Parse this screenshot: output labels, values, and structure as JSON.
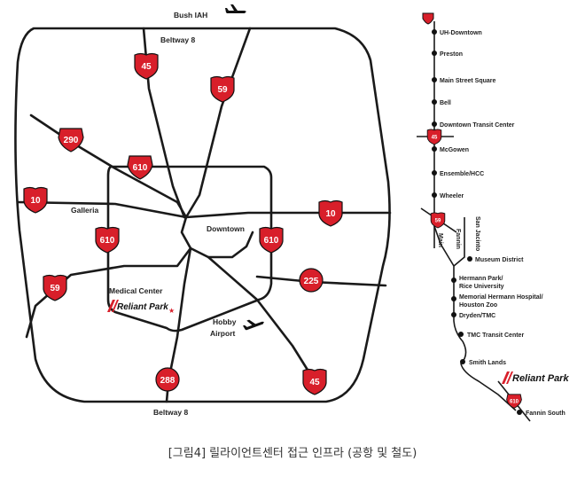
{
  "map": {
    "beltway_top": "Beltway 8",
    "beltway_bottom": "Beltway 8",
    "bush_iah": "Bush IAH",
    "galleria": "Galleria",
    "downtown": "Downtown",
    "medical_center": "Medical Center",
    "hobby_line1": "Hobby",
    "hobby_line2": "Airport",
    "reliant_logo": "Reliant Park",
    "shields": {
      "s45_top": "45",
      "s59_top": "59",
      "s290": "290",
      "s610_top": "610",
      "s10_left": "10",
      "s10_right": "10",
      "s610_left": "610",
      "s610_right": "610",
      "s59_left": "59",
      "s225": "225",
      "s288": "288",
      "s45_bottom": "45"
    }
  },
  "rail": {
    "stations": [
      "UH-Downtown",
      "Preston",
      "Main Street Square",
      "Bell",
      "Downtown Transit Center",
      "McGowen",
      "Ensemble/HCC",
      "Wheeler",
      "Museum District",
      "Hermann Park/",
      "Rice University",
      "Memorial Hermann Hospital/",
      "Houston Zoo",
      "Dryden/TMC",
      "TMC Transit Center",
      "Smith Lands",
      "Fannin South"
    ],
    "streets": {
      "main": "Main",
      "fannin": "Fannin",
      "san_jacinto": "San Jacinto"
    },
    "shields": {
      "s45": "45",
      "s59": "59",
      "s610": "610"
    },
    "reliant_logo": "Reliant Park"
  },
  "caption": "[그림4] 릴라이언트센터 접근 인프라 (공항 및 철도)",
  "colors": {
    "shield_red": "#d81f2a",
    "road": "#1a1a1a"
  }
}
